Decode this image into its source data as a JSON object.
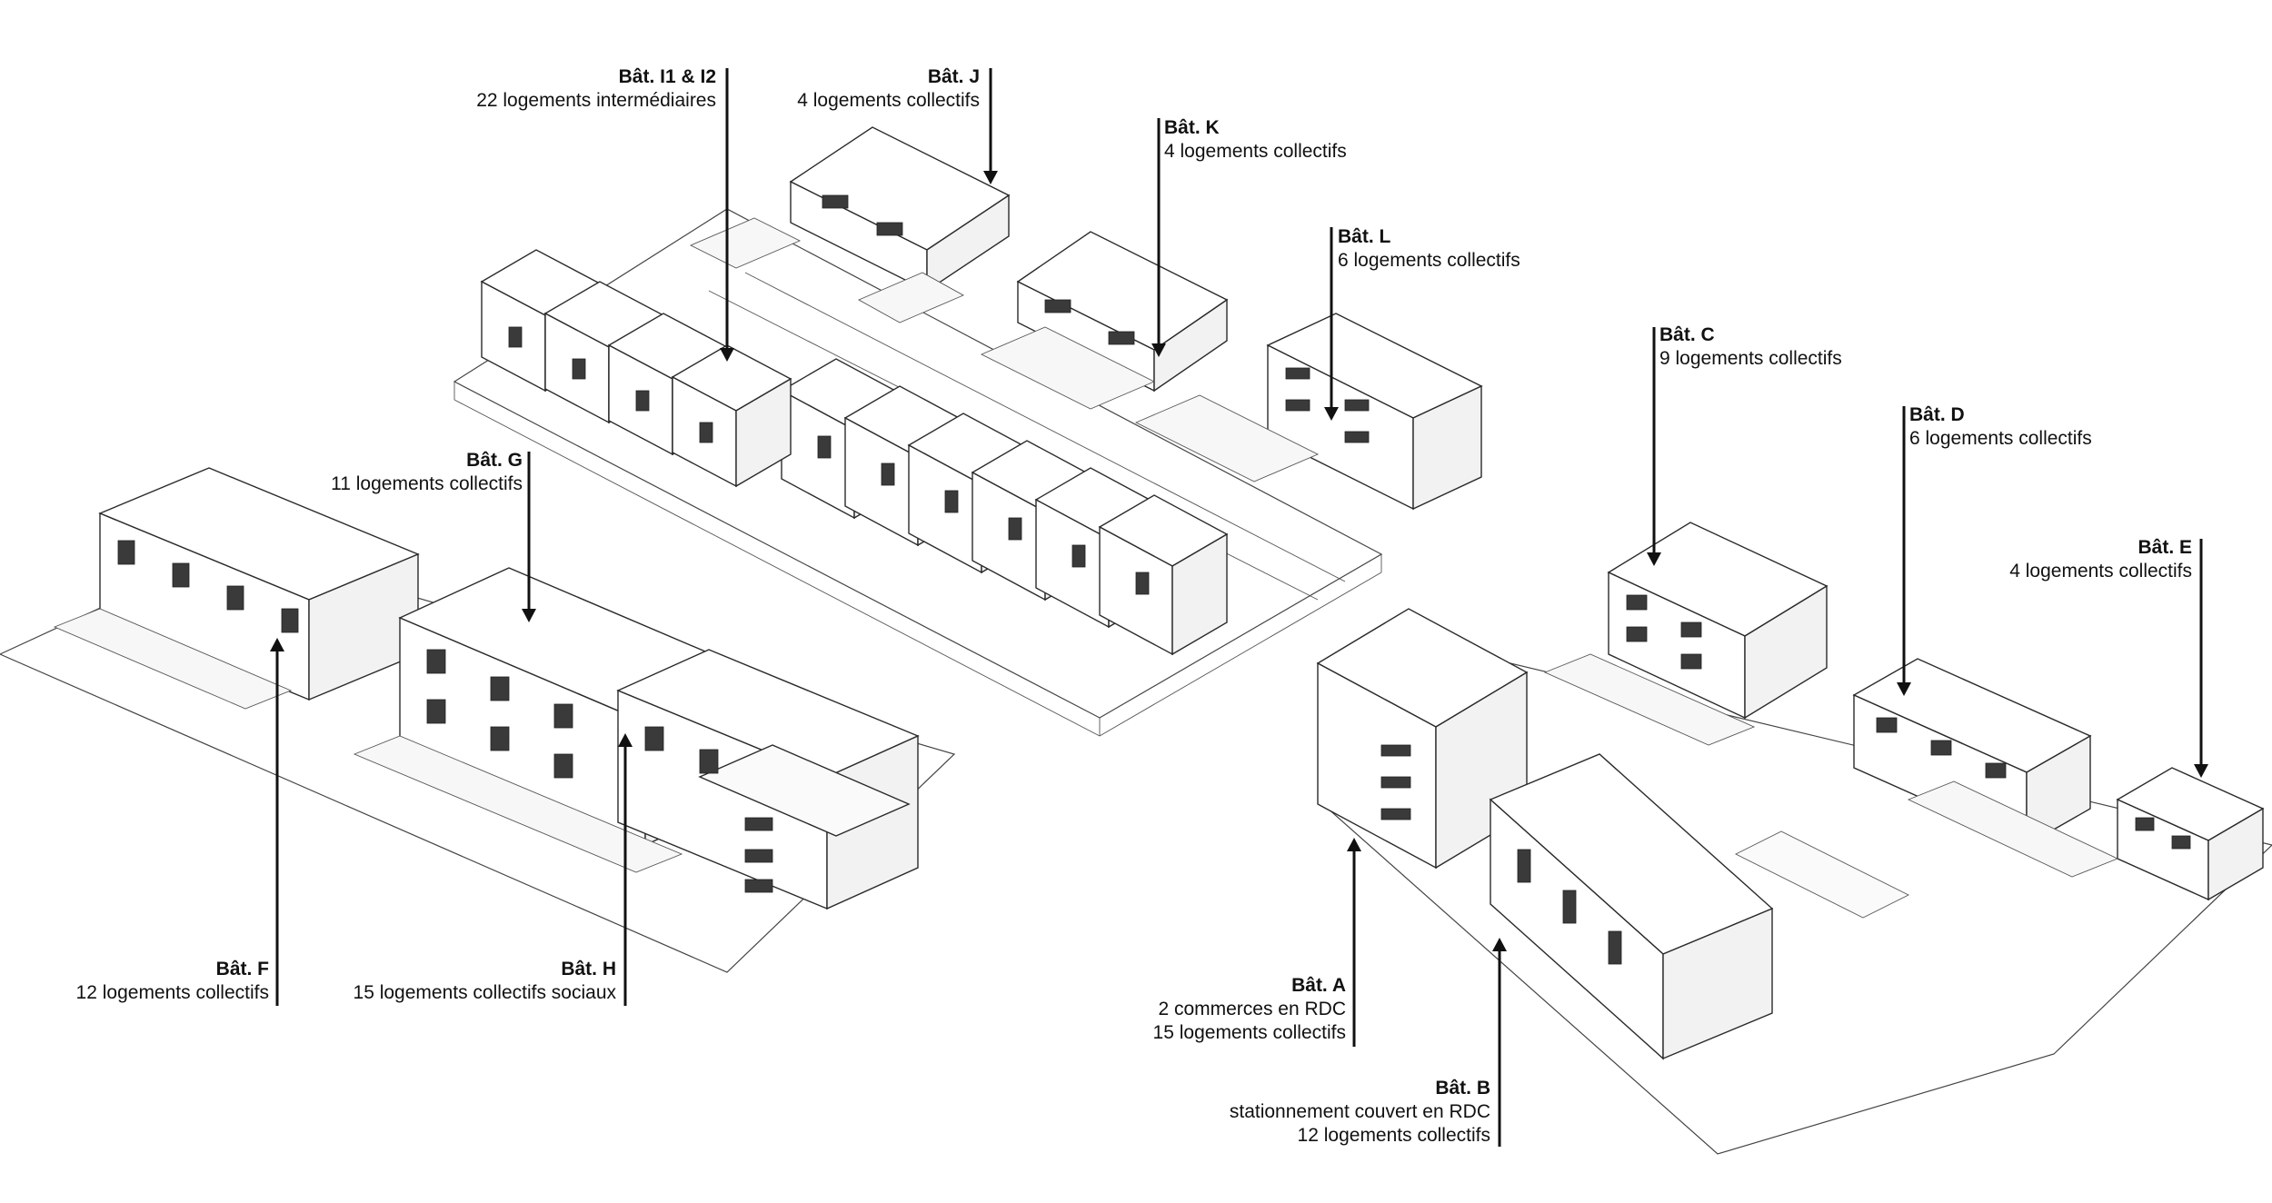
{
  "buildings": {
    "i1_i2": {
      "title": "Bât. I1 & I2",
      "lines": [
        "22 logements intermédiaires"
      ]
    },
    "j": {
      "title": "Bât. J",
      "lines": [
        "4 logements collectifs"
      ]
    },
    "k": {
      "title": "Bât. K",
      "lines": [
        "4 logements collectifs"
      ]
    },
    "l": {
      "title": "Bât. L",
      "lines": [
        "6 logements collectifs"
      ]
    },
    "c": {
      "title": "Bât. C",
      "lines": [
        "9 logements collectifs"
      ]
    },
    "d": {
      "title": "Bât. D",
      "lines": [
        "6 logements collectifs"
      ]
    },
    "e": {
      "title": "Bât. E",
      "lines": [
        "4 logements collectifs"
      ]
    },
    "g": {
      "title": "Bât. G",
      "lines": [
        "11 logements collectifs"
      ]
    },
    "f": {
      "title": "Bât. F",
      "lines": [
        "12 logements collectifs"
      ]
    },
    "h": {
      "title": "Bât. H",
      "lines": [
        "15 logements collectifs sociaux"
      ]
    },
    "a": {
      "title": "Bât. A",
      "lines": [
        "2 commerces en RDC",
        "15 logements collectifs"
      ]
    },
    "b": {
      "title": "Bât. B",
      "lines": [
        "stationnement couvert en RDC",
        "12 logements collectifs"
      ]
    }
  }
}
